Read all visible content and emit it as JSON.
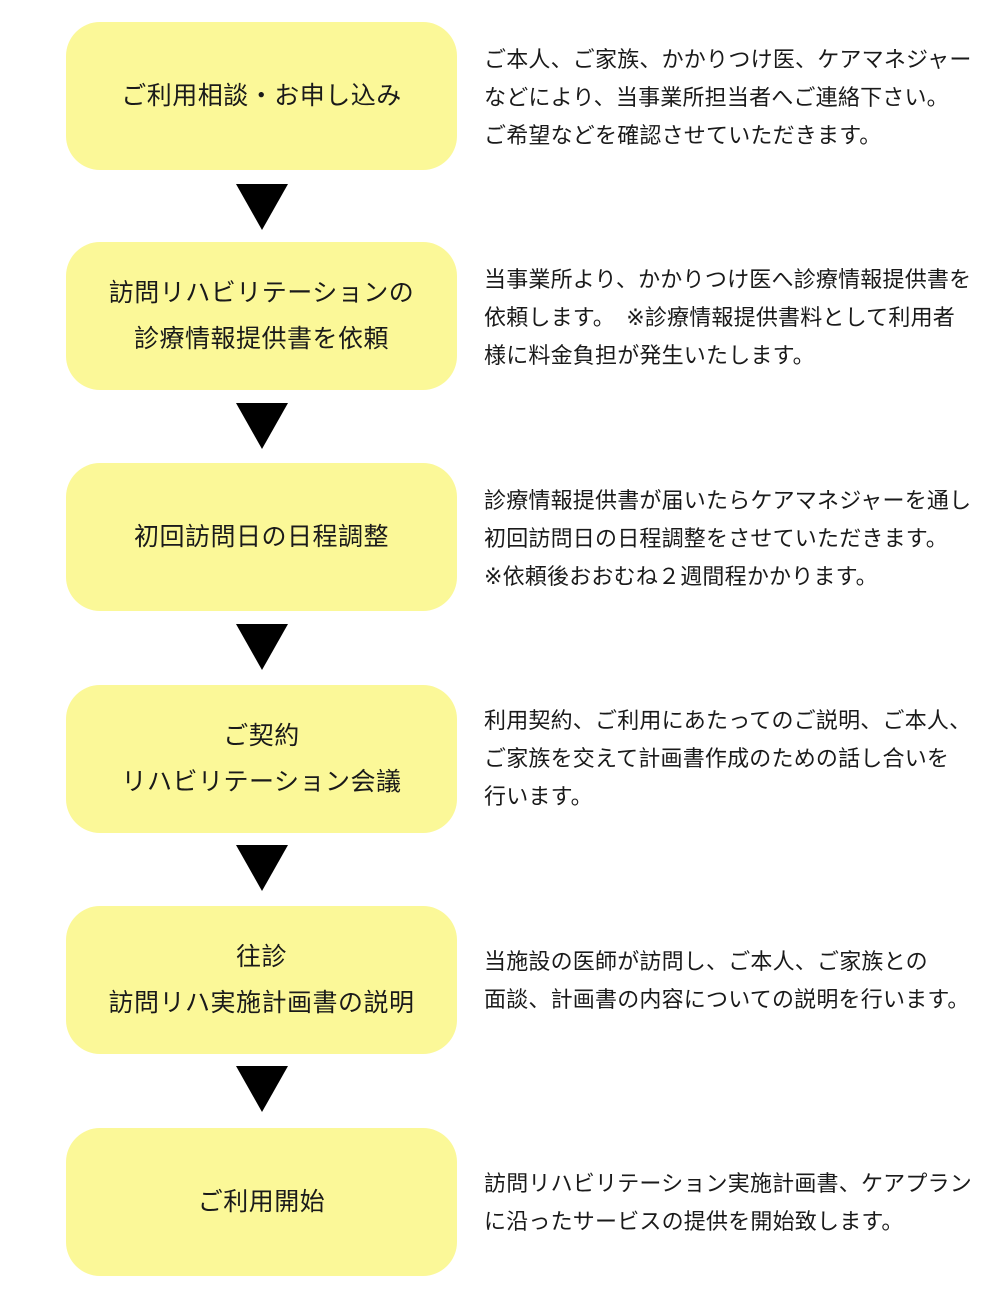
{
  "steps": [
    {
      "title_lines": [
        "ご利用相談・お申し込み"
      ],
      "desc_lines": [
        "ご本人、ご家族、かかりつけ医、ケアマネジャー",
        "などにより、当事業所担当者へご連絡下さい。",
        "ご希望などを確認させていただきます。"
      ]
    },
    {
      "title_lines": [
        "訪問リハビリテーションの",
        "診療情報提供書を依頼"
      ],
      "desc_lines": [
        "当事業所より、かかりつけ医へ診療情報提供書を",
        "依頼します。　※診療情報提供書料として利用者",
        "様に料金負担が発生いたします。"
      ]
    },
    {
      "title_lines": [
        "初回訪問日の日程調整"
      ],
      "desc_lines": [
        "診療情報提供書が届いたらケアマネジャーを通し",
        "初回訪問日の日程調整をさせていただきます。",
        "※依頼後おおむね２週間程かかります。"
      ]
    },
    {
      "title_lines": [
        "ご契約",
        "リハビリテーション会議"
      ],
      "desc_lines": [
        "利用契約、ご利用にあたってのご説明、ご本人、",
        "ご家族を交えて計画書作成のための話し合いを",
        "行います。"
      ]
    },
    {
      "title_lines": [
        "往診",
        "訪問リハ実施計画書の説明"
      ],
      "desc_lines": [
        "当施設の医師が訪問し、ご本人、ご家族との",
        "面談、計画書の内容についての説明を行います。"
      ]
    },
    {
      "title_lines": [
        "ご利用開始"
      ],
      "desc_lines": [
        "訪問リハビリテーション実施計画書、ケアプラン",
        "に沿ったサービスの提供を開始致します。"
      ]
    }
  ],
  "colors": {
    "box_fill": "#fbf898",
    "arrow": "#000000",
    "text": "#1a1a1a"
  },
  "icons": {
    "arrow": "down-triangle-icon"
  }
}
